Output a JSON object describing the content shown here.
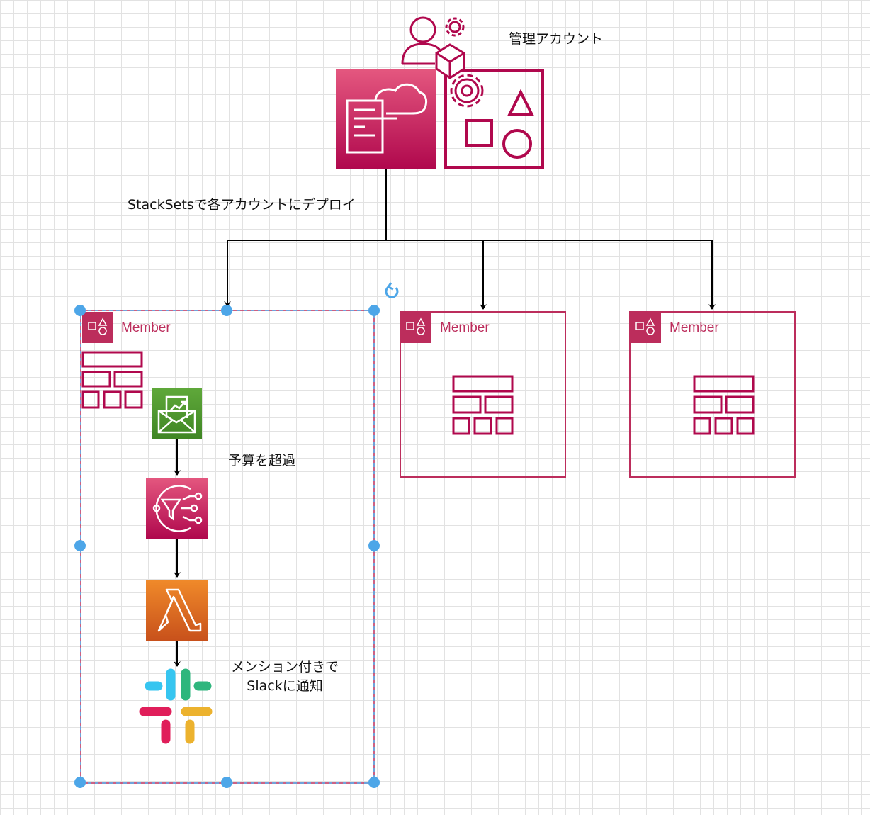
{
  "colors": {
    "aws_magenta": "#B0084D",
    "aws_pink": "#E7157B",
    "group_border": "#BC2D5C",
    "budgets_green": "#3F8624",
    "lambda_orange": "#E37A1A",
    "selection_blue": "#4DA6E8",
    "slack_blue": "#36C5F0",
    "slack_green": "#2EB67D",
    "slack_red": "#E01E5A",
    "slack_yellow": "#ECB22E"
  },
  "management": {
    "label": "管理アカウント",
    "icons": [
      "cloudformation-icon",
      "organizations-management-account-icon"
    ]
  },
  "deploy_label": "StackSetsで各アカウントにデプロイ",
  "members": [
    {
      "label": "Member",
      "selected": true,
      "icons": [
        "account-icon",
        "control-tower-icon",
        "budgets-icon",
        "sns-icon",
        "lambda-icon",
        "slack-icon"
      ]
    },
    {
      "label": "Member",
      "selected": false,
      "icons": [
        "account-icon",
        "control-tower-icon"
      ]
    },
    {
      "label": "Member",
      "selected": false,
      "icons": [
        "account-icon",
        "control-tower-icon"
      ]
    }
  ],
  "budget_label": "予算を超過",
  "notify_label_line1": "メンション付きで",
  "notify_label_line2": "Slackに通知"
}
